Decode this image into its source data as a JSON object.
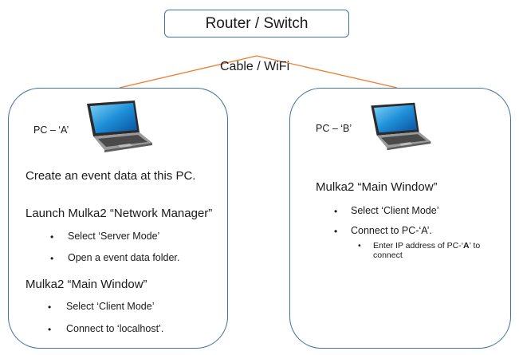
{
  "router": {
    "label": "Router / Switch"
  },
  "connection": {
    "label": "Cable / WiFi"
  },
  "pc_a": {
    "label": "PC – ‘A’",
    "create_text": "Create an event data at this PC.",
    "network_manager_title": "Launch Mulka2 “Network Manager”",
    "network_manager_items": [
      "Select ‘Server Mode’",
      "Open a event data folder."
    ],
    "main_window_title": "Mulka2 “Main Window”",
    "main_window_items": [
      "Select ‘Client Mode’",
      "Connect to ‘localhost’."
    ]
  },
  "pc_b": {
    "label": "PC – ‘B’",
    "main_window_title": "Mulka2 “Main Window”",
    "main_window_items": [
      "Select ‘Client Mode’",
      "Connect to PC-‘A’."
    ],
    "sub_item_line1_prefix": "Enter IP address of PC-‘",
    "sub_item_line1_bold": "A",
    "sub_item_line1_suffix": "’ to",
    "sub_item_line2": "connect"
  },
  "colors": {
    "border": "#41719c",
    "connector": "#ed7d31"
  },
  "icons": {
    "pc_a": "laptop-icon",
    "pc_b": "laptop-icon"
  }
}
